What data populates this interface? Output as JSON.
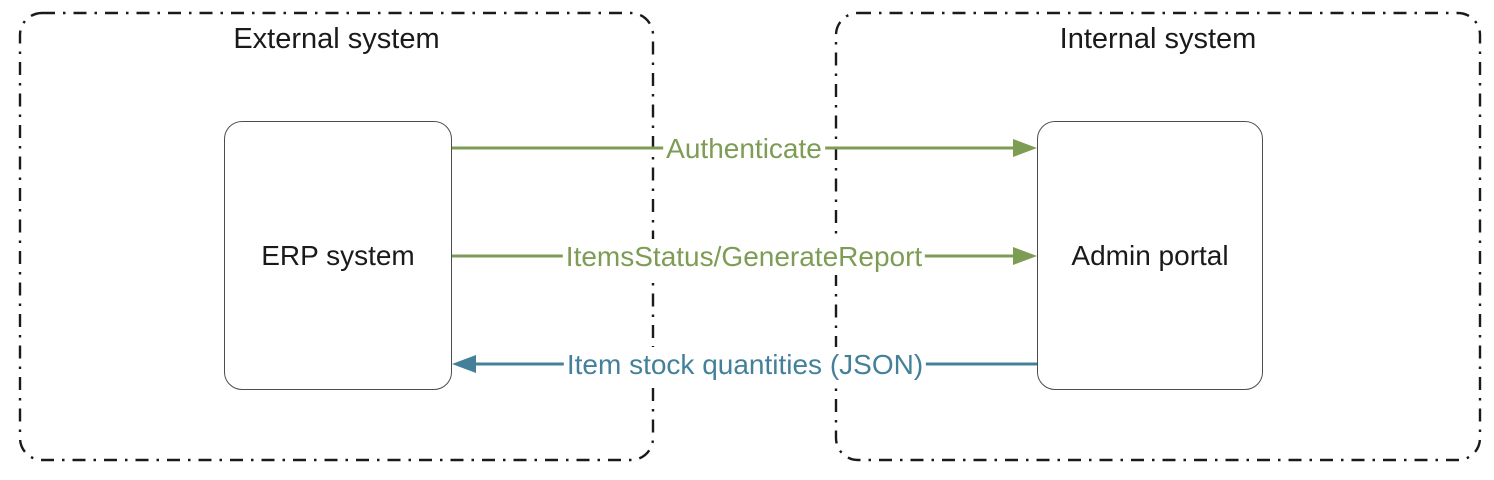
{
  "containers": [
    {
      "title": "External system"
    },
    {
      "title": "Internal system"
    }
  ],
  "nodes": [
    {
      "label": "ERP system"
    },
    {
      "label": "Admin portal"
    }
  ],
  "edges": [
    {
      "label": "Authenticate",
      "from": "ERP system",
      "to": "Admin portal",
      "direction": "left-to-right"
    },
    {
      "label": "ItemsStatus/GenerateReport",
      "from": "ERP system",
      "to": "Admin portal",
      "direction": "left-to-right"
    },
    {
      "label": "Item stock quantities (JSON)",
      "from": "Admin portal",
      "to": "ERP system",
      "direction": "right-to-left"
    }
  ],
  "colors": {
    "request_green": "#7d9c54",
    "response_teal": "#45809b",
    "boundary_black": "#1a1a1a",
    "node_border_gray": "#4d4d4d"
  }
}
